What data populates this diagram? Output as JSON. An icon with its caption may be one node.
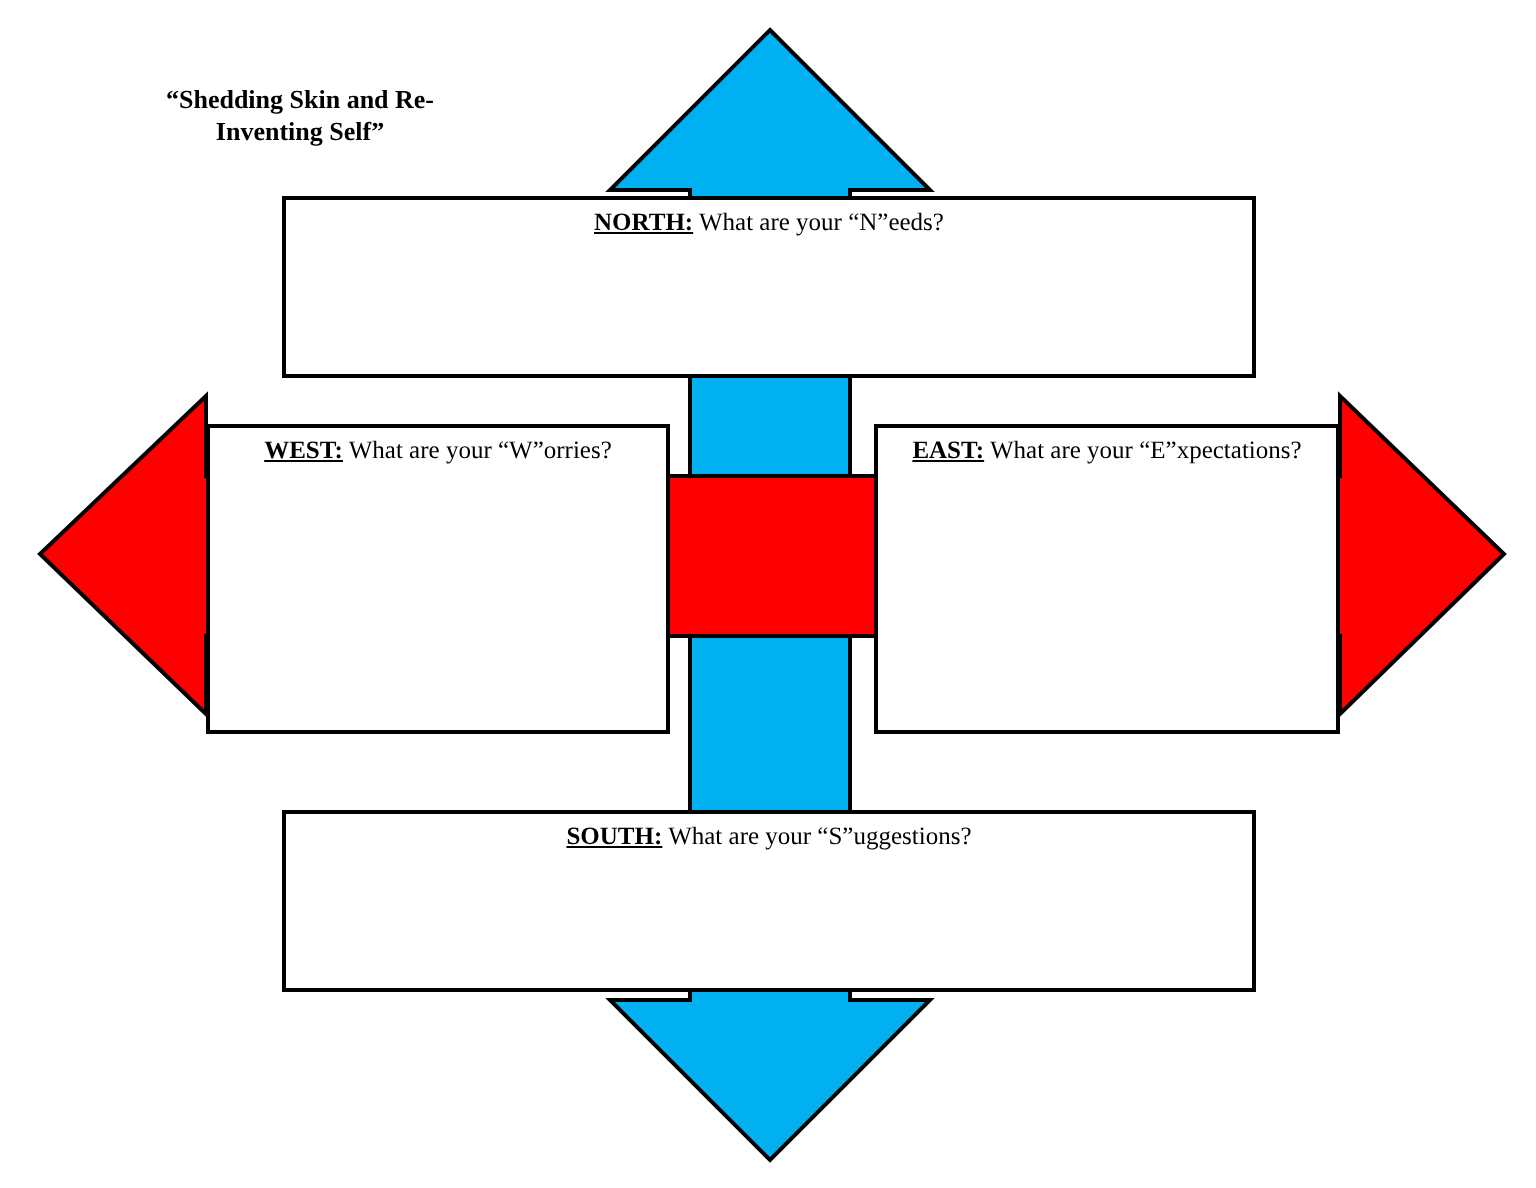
{
  "diagram": {
    "title": "“Shedding Skin and Re-Inventing Self”",
    "nodes": [
      {
        "text": [
          "**NORTH:** What are your “N”eeds?"
        ]
      },
      {
        "text": [
          "**WEST:** What are your “W”orries?"
        ]
      },
      {
        "text": [
          "**EAST:** What are your “E”xpectations?"
        ]
      },
      {
        "text": [
          "**SOUTH:** What are your “S”uggestions?"
        ]
      }
    ]
  }
}
